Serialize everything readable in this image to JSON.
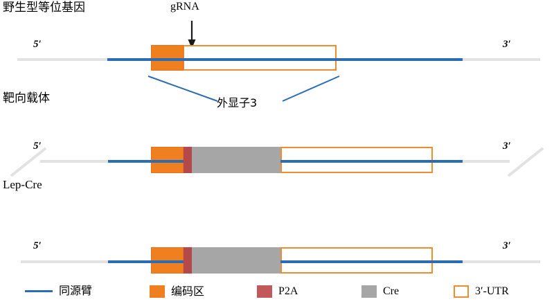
{
  "figure": {
    "title_row1": "野生型等位基因",
    "title_row2": "靶向载体",
    "title_row3": "Lep-Cre",
    "grna_label": "gRNA",
    "exon_label": "外显子3",
    "five_prime": "5′",
    "three_prime": "3′"
  },
  "colors": {
    "homology_arm": "#2b6cb5",
    "coding_region": "#ef7f1f",
    "p2a": "#b4494c",
    "cre": "#a6a6a6",
    "utr_outline": "#f08c30",
    "flank": "#e2e2e2",
    "arrow": "#1a1a1a",
    "leader_line": "#2b6cb5"
  },
  "tracks": [
    {
      "name": "wild-type-allele",
      "label": "野生型等位基因",
      "five_prime": "5′",
      "three_prime": "3′",
      "features": [
        {
          "type": "coding_region",
          "label": "编码区"
        },
        {
          "type": "utr",
          "label": "3′-UTR"
        }
      ],
      "annotations": [
        {
          "type": "gRNA-cut-site",
          "label": "gRNA"
        },
        {
          "type": "exon-callout",
          "label": "外显子3"
        }
      ]
    },
    {
      "name": "targeting-vector",
      "label": "靶向载体",
      "five_prime": "5′",
      "three_prime": "3′",
      "features": [
        {
          "type": "coding_region",
          "label": "编码区"
        },
        {
          "type": "p2a",
          "label": "P2A"
        },
        {
          "type": "cre",
          "label": "Cre"
        },
        {
          "type": "utr",
          "label": "3′-UTR"
        }
      ]
    },
    {
      "name": "lep-cre-allele",
      "label": "Lep-Cre",
      "five_prime": "5′",
      "three_prime": "3′",
      "features": [
        {
          "type": "coding_region",
          "label": "编码区"
        },
        {
          "type": "p2a",
          "label": "P2A"
        },
        {
          "type": "cre",
          "label": "Cre"
        },
        {
          "type": "utr",
          "label": "3′-UTR"
        }
      ]
    }
  ],
  "legend": {
    "items": [
      {
        "key": "homology_arm",
        "label": "同源臂",
        "swatch": "line"
      },
      {
        "key": "coding_region",
        "label": "编码区",
        "swatch": "solid-orange"
      },
      {
        "key": "p2a",
        "label": "P2A",
        "swatch": "solid-red"
      },
      {
        "key": "cre",
        "label": "Cre",
        "swatch": "solid-grey"
      },
      {
        "key": "utr",
        "label": "3′-UTR",
        "swatch": "outline-orange"
      }
    ]
  }
}
